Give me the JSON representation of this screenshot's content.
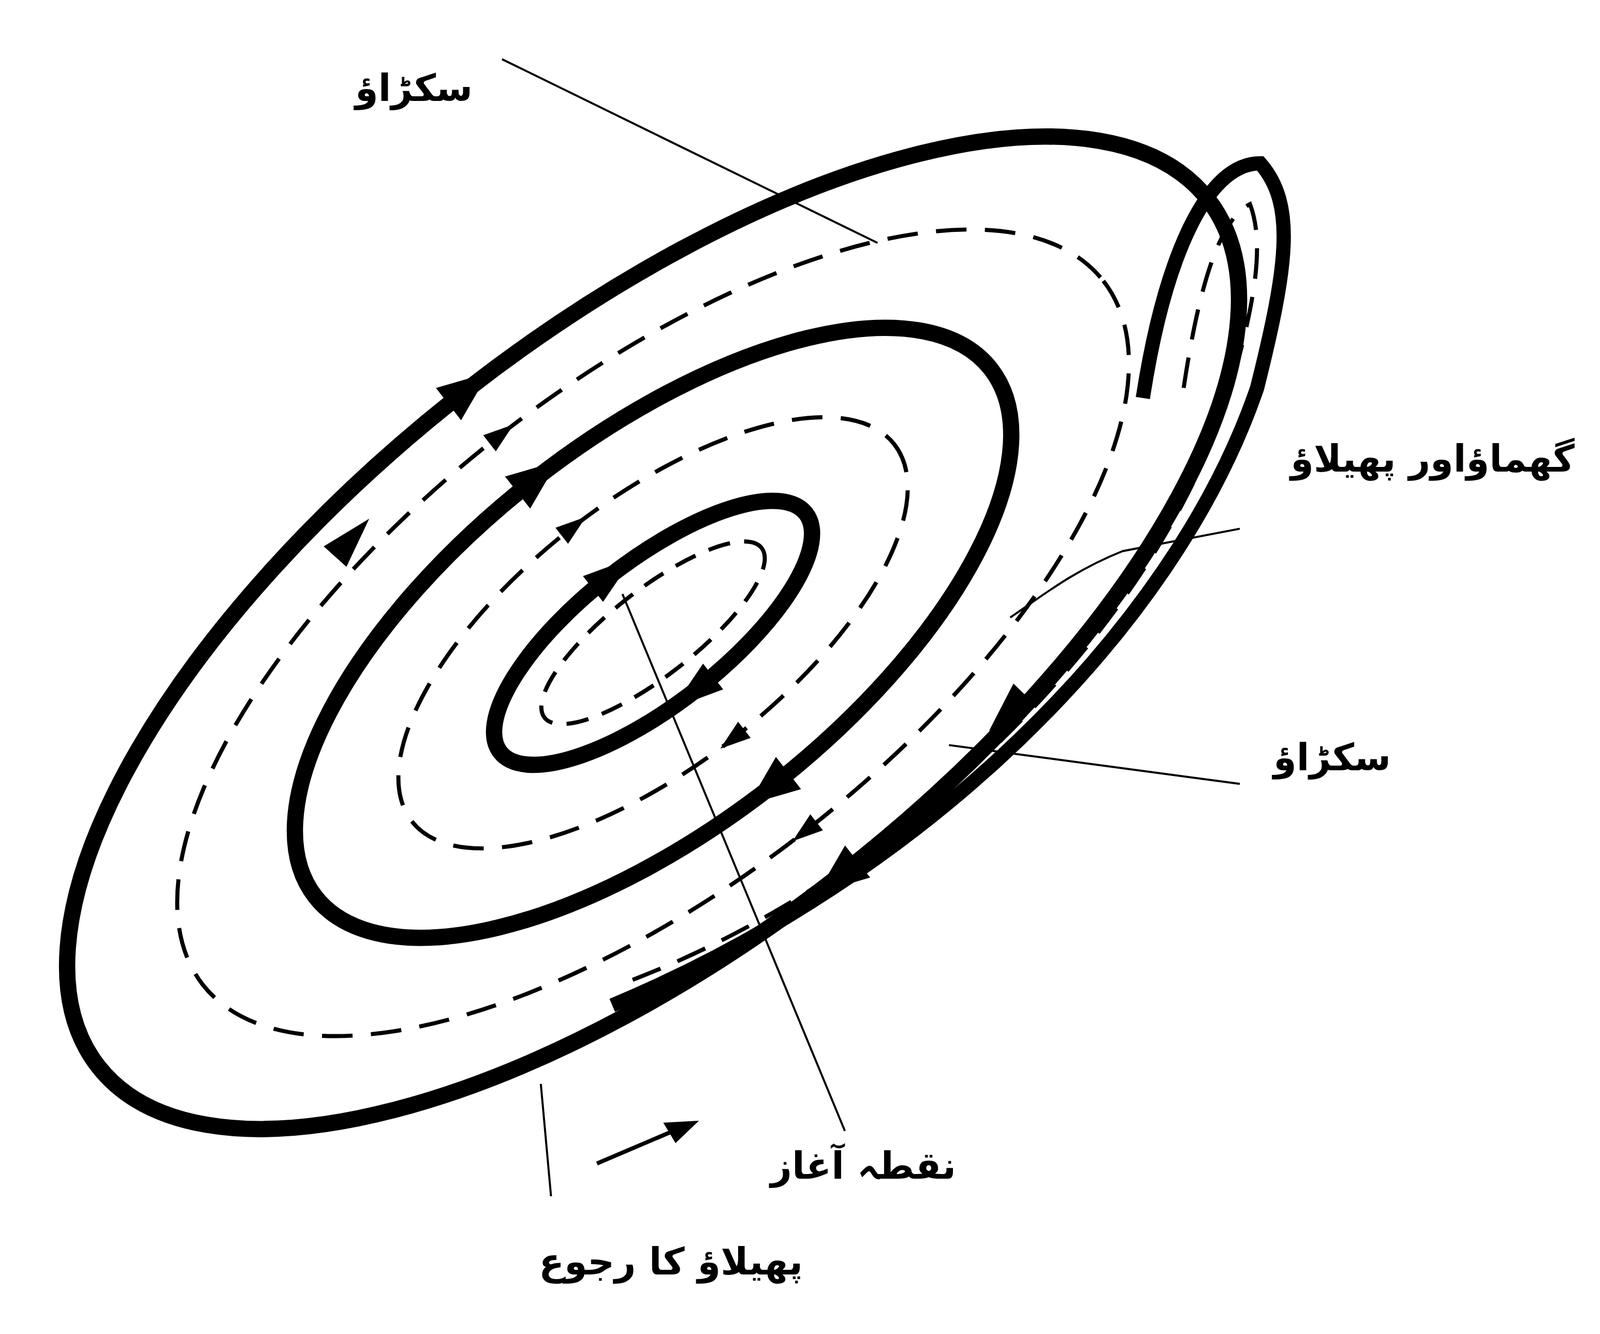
{
  "diagram": {
    "labels": [
      "سکڑاؤ",
      "گھماؤاور پھیلاؤ",
      "سکڑاؤ",
      "نقطہ آغاز",
      "پھیلاؤ کا رجوع"
    ]
  }
}
